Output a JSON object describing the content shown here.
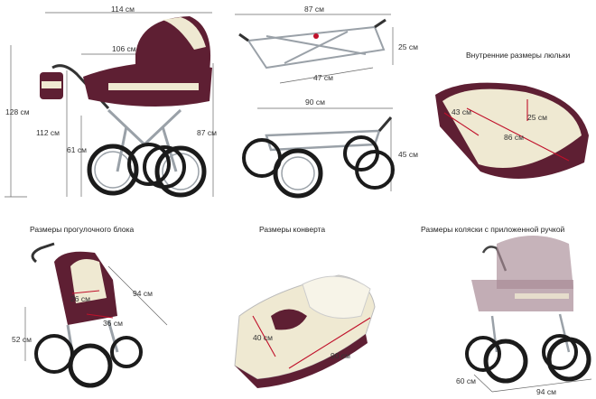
{
  "colors": {
    "fabric": "#5e1f33",
    "cream": "#efe9d2",
    "chrome": "#9aa1a8",
    "tyre": "#1b1b1b",
    "dim_line": "#666666",
    "red_dim": "#c0102a"
  },
  "panel_stroller_side": {
    "width_top": "114 см",
    "handle_to_body": "106 см",
    "total_height": "128 см",
    "handle_height": "112 см",
    "body_height": "87 см",
    "wheel_height": "61 см"
  },
  "panel_folded": {
    "length": "87 см",
    "height": "25 см",
    "depth": "47 см"
  },
  "panel_chassis": {
    "length": "90 см",
    "height": "45 см"
  },
  "panel_bassinet": {
    "title": "Внутренние размеры люльки",
    "width": "43 см",
    "depth": "25 см",
    "length": "86 см"
  },
  "panel_seat_unit": {
    "title": "Размеры прогулочного блока",
    "seat_width": "26 см",
    "seat_depth": "36 см",
    "back_length": "94 см",
    "seat_height": "52 см"
  },
  "panel_envelope": {
    "title": "Размеры конверта",
    "width": "40 см",
    "length": "90 см"
  },
  "panel_folded_handle": {
    "title": "Размеры коляски с приложенной ручкой",
    "depth": "60 см",
    "width": "94 см"
  }
}
